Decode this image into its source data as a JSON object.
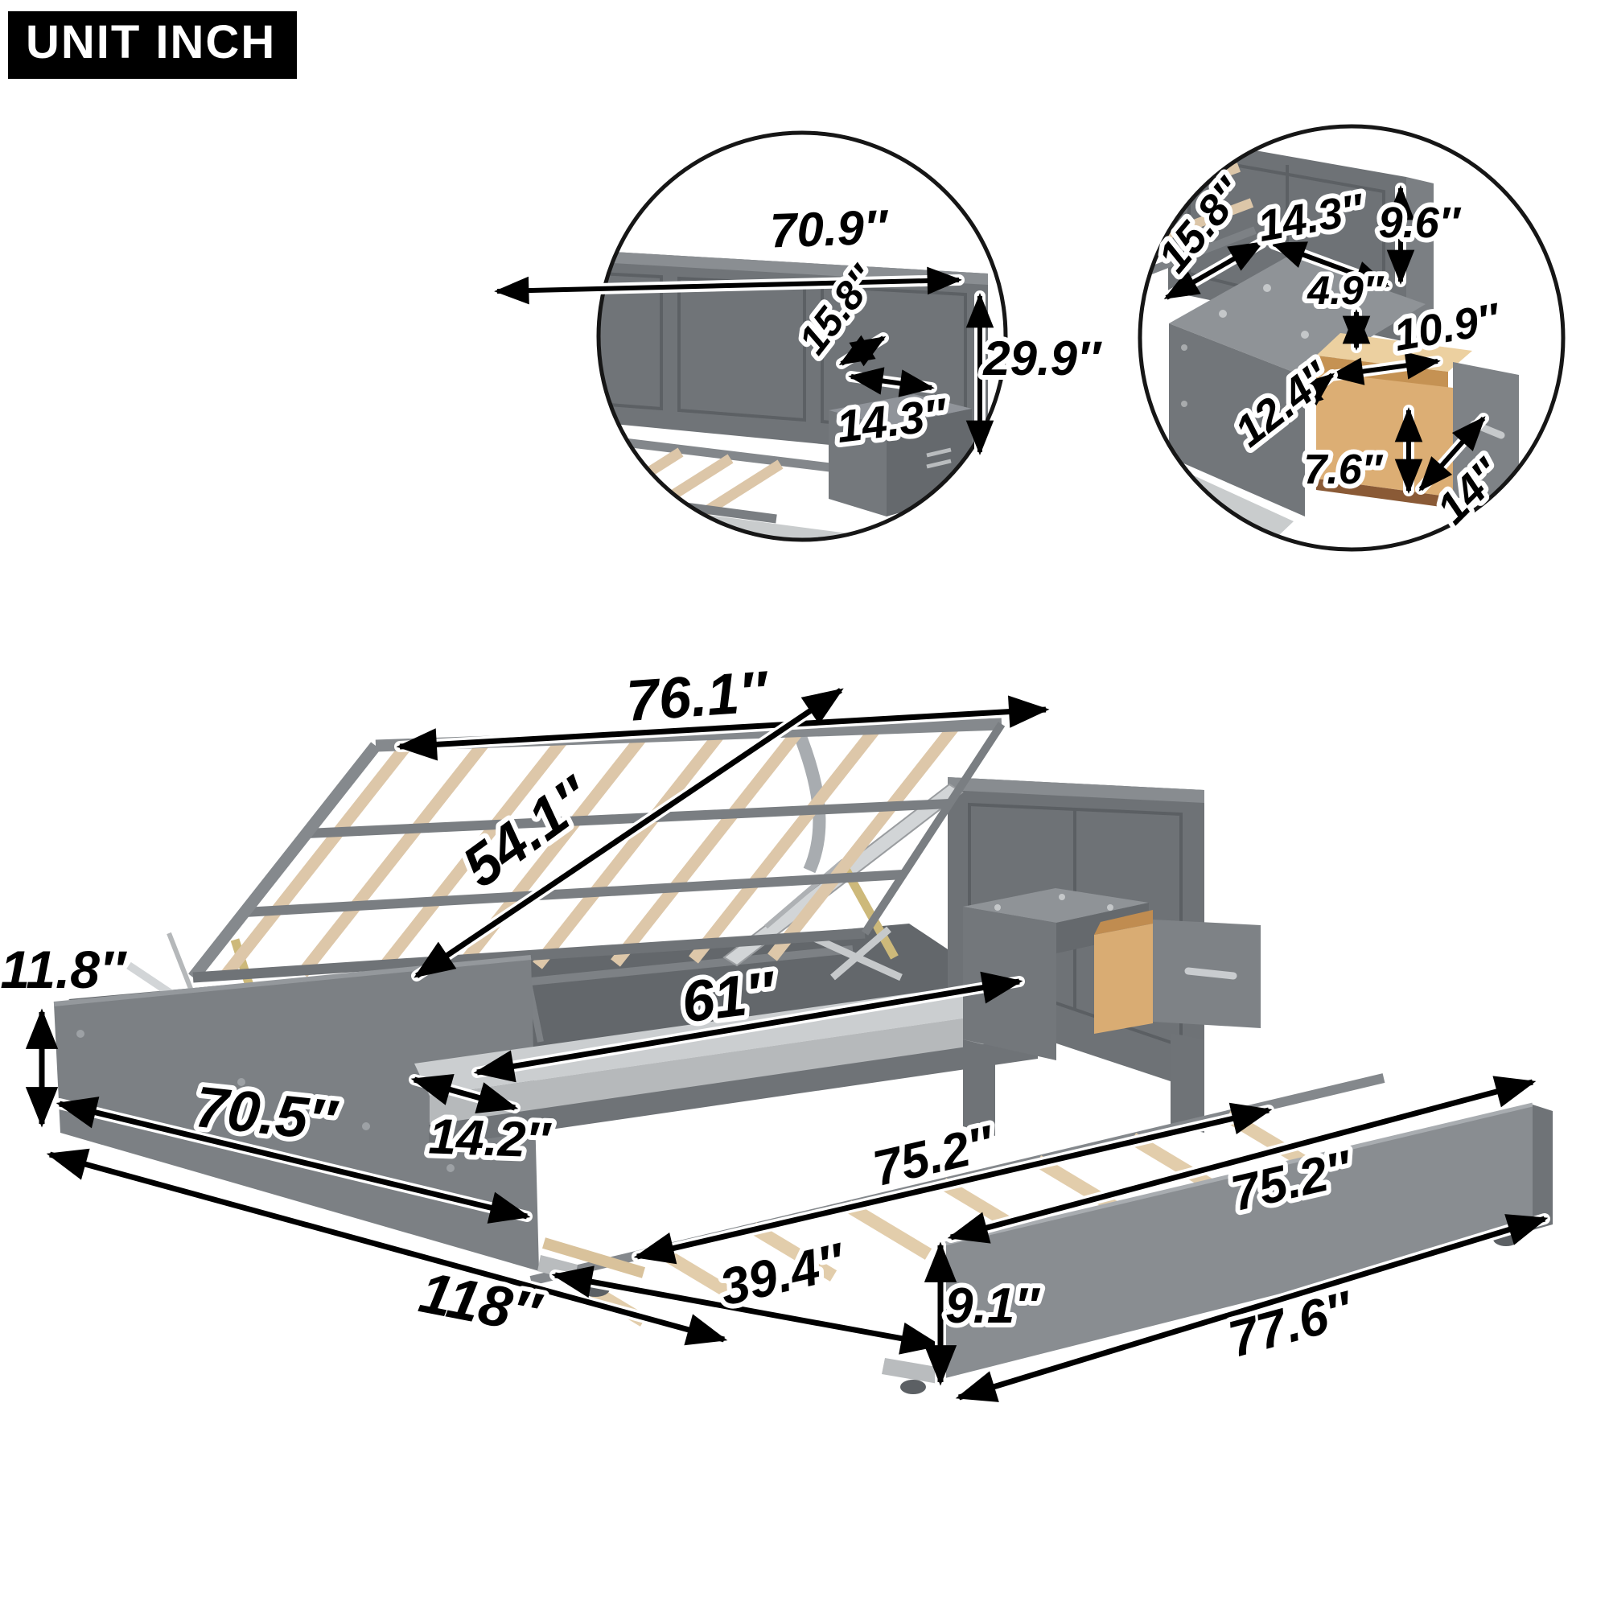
{
  "unit_label": "UNIT INCH",
  "insets": {
    "headboard": {
      "width": "70.9″",
      "shelf_depth": "15.8″",
      "shelf_width": "14.3″",
      "height": "29.9″"
    },
    "nightstand": {
      "top_depth": "15.8″",
      "top_width": "14.3″",
      "back_height": "9.6″",
      "gap_height": "4.9″",
      "drawer_inner_width": "10.9″",
      "drawer_inner_depth": "12.4″",
      "drawer_inner_height": "7.6″",
      "drawer_front_width": "14″"
    }
  },
  "main": {
    "slat_frame_length": "76.1″",
    "slat_frame_width": "54.1″",
    "base_height": "11.8″",
    "base_front_length": "70.5″",
    "bench_depth": "14.2″",
    "bench_length": "61″",
    "overall_length": "118″",
    "trundle_slat_length": "75.2″",
    "trundle_panel_length": "75.2″",
    "trundle_width": "39.4″",
    "trundle_height": "9.1″",
    "trundle_overall_length": "77.6″"
  },
  "colors": {
    "bed_gray": "#7e8286",
    "bed_gray_dark": "#64686c",
    "headboard_gray": "#6e7276",
    "slat_wood": "#ddc7a9",
    "drawer_wood": "#d9ac73",
    "cushion_gray": "#c9cccd",
    "label_color": "#000000",
    "background": "#ffffff"
  }
}
